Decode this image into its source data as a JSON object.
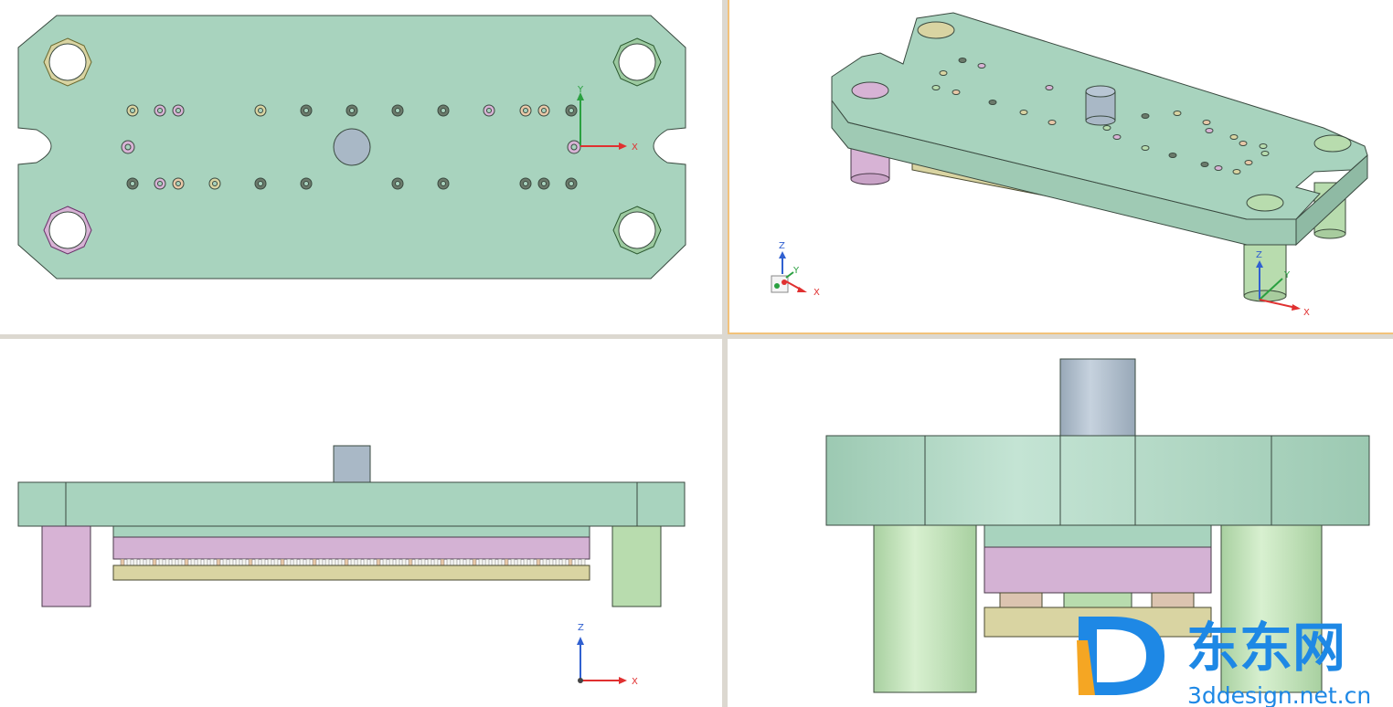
{
  "viewports": [
    {
      "id": "top",
      "view": "top"
    },
    {
      "id": "isometric",
      "view": "isometric"
    },
    {
      "id": "front",
      "view": "front"
    },
    {
      "id": "side",
      "view": "side"
    }
  ],
  "axes": {
    "x": "X",
    "y": "Y",
    "z": "Z"
  },
  "colors": {
    "plate": "#a8d3be",
    "plate_edge": "#3a4a40",
    "punch": "#a9b8c6",
    "pin_pink": "#d7b3d5",
    "pin_green": "#b8dcae",
    "stripper": "#d4b2d4",
    "base": "#d9d4a2",
    "background": "#ffffff",
    "axis_x": "#e03030",
    "axis_y": "#2aa040",
    "axis_z": "#3060d0",
    "watermark_blue": "#1e88e5",
    "watermark_orange": "#f5a623"
  },
  "watermark": {
    "brand": "东东网",
    "url": "3ddesign.net.cn"
  }
}
